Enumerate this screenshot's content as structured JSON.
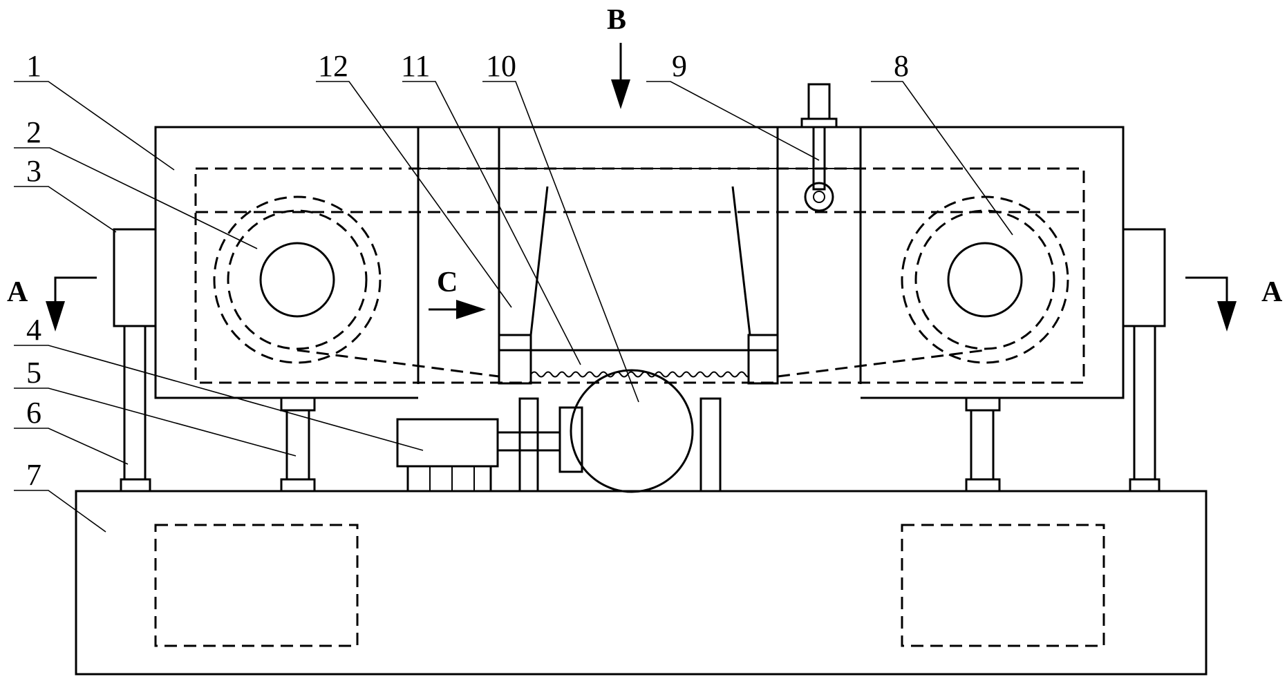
{
  "part_labels": {
    "p1": "1",
    "p2": "2",
    "p3": "3",
    "p4": "4",
    "p5": "5",
    "p6": "6",
    "p7": "7",
    "p8": "8",
    "p9": "9",
    "p10": "10",
    "p11": "11",
    "p12": "12"
  },
  "view_labels": {
    "section_left": "A",
    "section_right": "A",
    "view_b": "B",
    "view_c": "C"
  }
}
